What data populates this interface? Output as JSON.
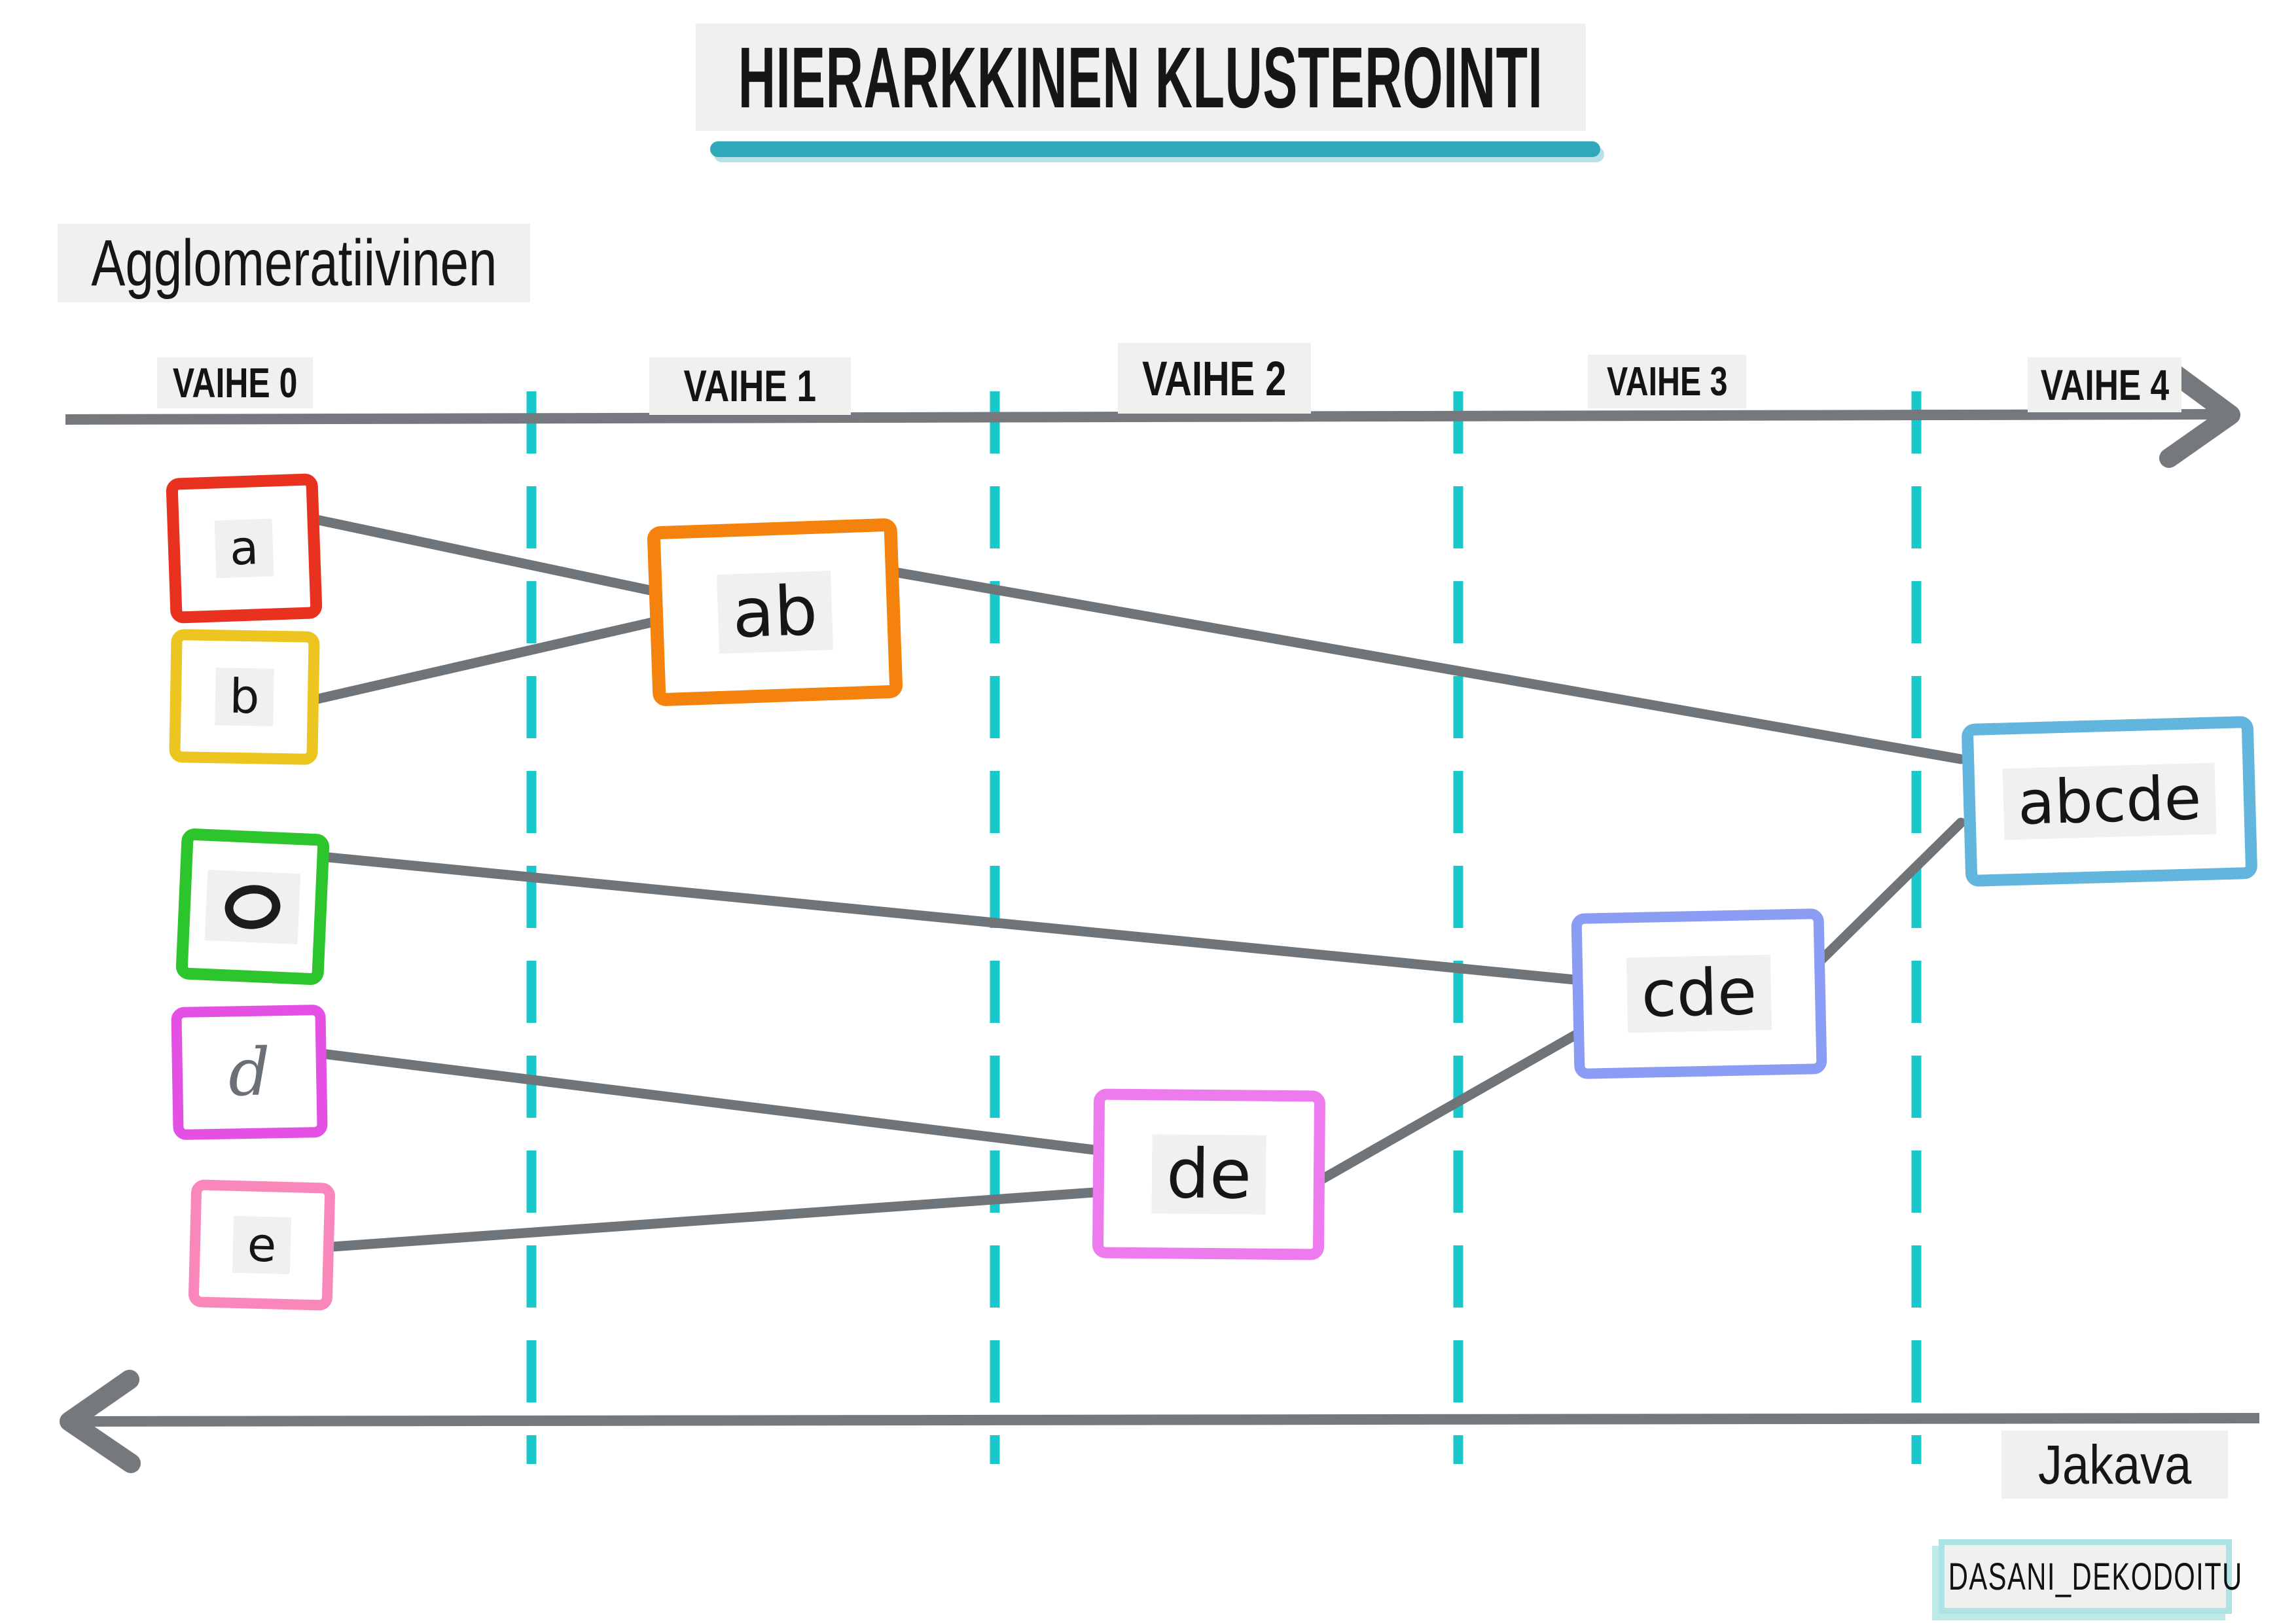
{
  "title": "HIERARKKINEN KLUSTEROINTI",
  "modes": {
    "agglomerative": "Agglomeratiivinen",
    "divisive": "Jakava"
  },
  "phases": [
    "VAIHE 0",
    "VAIHE 1",
    "VAIHE 2",
    "VAIHE 3",
    "VAIHE 4"
  ],
  "clusters": {
    "a": {
      "label": "a",
      "color": "#e8321f",
      "phase": "VAIHE 0"
    },
    "b": {
      "label": "b",
      "color": "#ecc520",
      "phase": "VAIHE 0"
    },
    "c": {
      "label": "c",
      "color": "#2cc52b",
      "phase": "VAIHE 0",
      "glyph": "closed-oval-handwritten",
      "ink": "#1c1c1c"
    },
    "d": {
      "label": "d",
      "color": "#e44fe4",
      "phase": "VAIHE 0",
      "glyph": "cursive-handwritten",
      "ink": "#6b7076"
    },
    "e": {
      "label": "e",
      "color": "#f987bc",
      "phase": "VAIHE 0"
    },
    "ab": {
      "label": "ab",
      "color": "#f5820d",
      "phase": "VAIHE 1"
    },
    "de": {
      "label": "de",
      "color": "#ee7bee",
      "phase": "VAIHE 2"
    },
    "cde": {
      "label": "cde",
      "color": "#8b9cf4",
      "phase": "VAIHE 3"
    },
    "abcde": {
      "label": "abcde",
      "color": "#62b5dd",
      "phase": "VAIHE 4"
    }
  },
  "merges": [
    {
      "from": [
        "a",
        "b"
      ],
      "to": "ab",
      "phase": "VAIHE 1"
    },
    {
      "from": [
        "d",
        "e"
      ],
      "to": "de",
      "phase": "VAIHE 2"
    },
    {
      "from": [
        "c",
        "de"
      ],
      "to": "cde",
      "phase": "VAIHE 3"
    },
    {
      "from": [
        "ab",
        "cde"
      ],
      "to": "abcde",
      "phase": "VAIHE 4"
    }
  ],
  "footer_badge": "DASANI_DEKODOITU",
  "colors": {
    "ui": {
      "axis": "#75797e",
      "divider": "#19c8ca",
      "underline": "#2fa9b9",
      "patch": "#f0f0ef",
      "badge_border": "#aee3e3",
      "connector": "#6f7479"
    }
  }
}
